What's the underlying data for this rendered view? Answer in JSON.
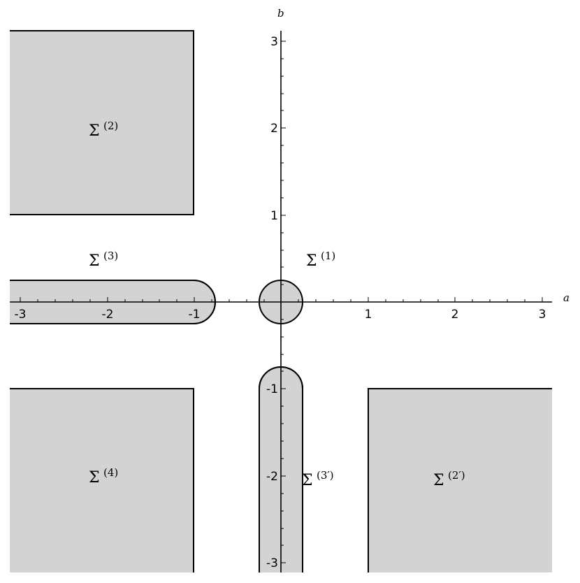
{
  "chart_data": {
    "type": "diagram",
    "title": "",
    "xlabel": "a",
    "ylabel": "b",
    "xlim": [
      -3.1,
      3.1
    ],
    "ylim": [
      -3.1,
      3.1
    ],
    "x_ticks": [
      "-3",
      "-2",
      "-1",
      "1",
      "2",
      "3"
    ],
    "y_ticks": [
      "3",
      "2",
      "1",
      "-1",
      "-2",
      "-3"
    ],
    "fill_color": "#d3d3d3",
    "regions": [
      {
        "name": "Σ(1)",
        "shape": "disk",
        "center": [
          0,
          0
        ],
        "radius": 0.25
      },
      {
        "name": "Σ(2)",
        "shape": "rect",
        "a": [
          -3.1,
          -1
        ],
        "b": [
          1,
          3.1
        ]
      },
      {
        "name": "Σ(3)",
        "shape": "stadium-strip",
        "a": [
          -3.1,
          -0.75
        ],
        "b": [
          -0.25,
          0.25
        ]
      },
      {
        "name": "Σ(3')",
        "shape": "stadium-strip",
        "a": [
          -0.25,
          0.25
        ],
        "b": [
          -3.1,
          -0.75
        ]
      },
      {
        "name": "Σ(4)",
        "shape": "rect",
        "a": [
          -3.1,
          -1
        ],
        "b": [
          -3.1,
          -1
        ]
      },
      {
        "name": "Σ(2')",
        "shape": "rect",
        "a": [
          1,
          3.1
        ],
        "b": [
          -3.1,
          -1
        ]
      }
    ]
  },
  "axes": {
    "x_name": "a",
    "y_name": "b",
    "x_ticks": [
      "-3",
      "-2",
      "-1",
      "1",
      "2",
      "3"
    ],
    "y_ticks": [
      "3",
      "2",
      "1",
      "-1",
      "-2",
      "-3"
    ]
  },
  "labels": {
    "s1": {
      "base": "Σ",
      "sup": "(1)"
    },
    "s2": {
      "base": "Σ",
      "sup": "(2)"
    },
    "s3": {
      "base": "Σ",
      "sup": "(3)"
    },
    "s3p": {
      "base": "Σ",
      "sup": "(3′)"
    },
    "s4": {
      "base": "Σ",
      "sup": "(4)"
    },
    "s2p": {
      "base": "Σ",
      "sup": "(2′)"
    }
  }
}
